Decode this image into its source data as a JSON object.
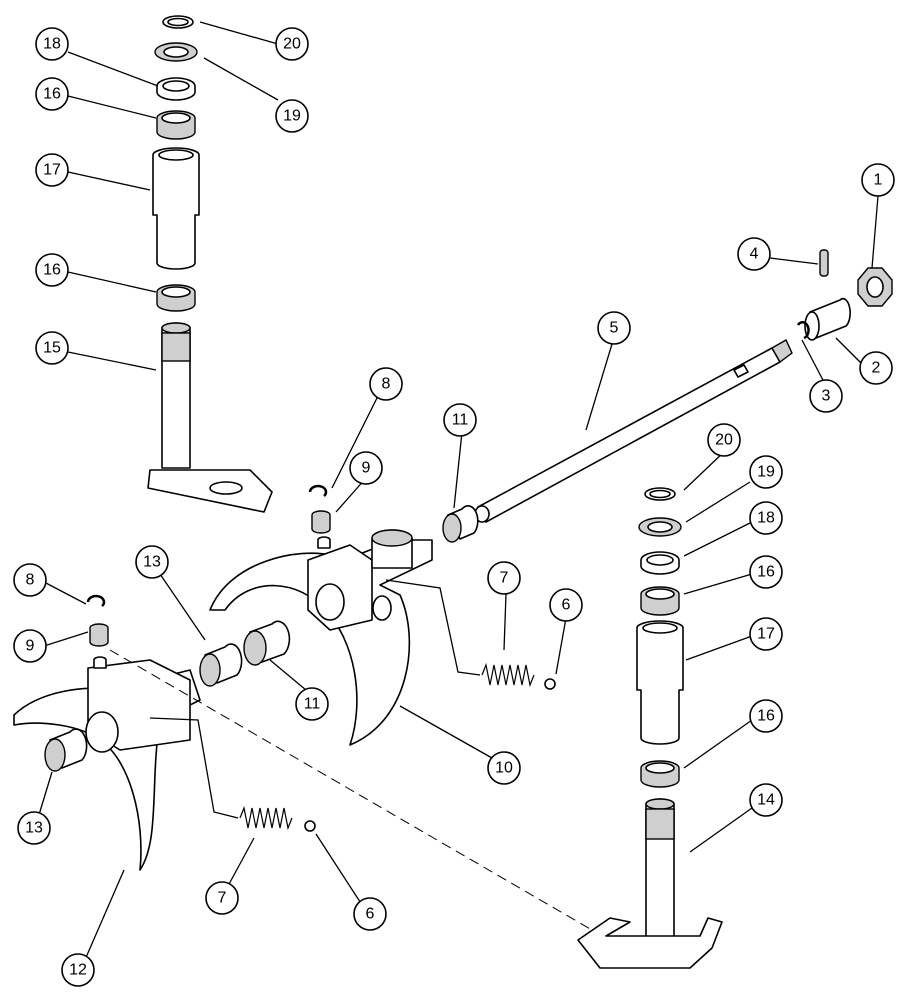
{
  "callouts": [
    {
      "id": "c1",
      "label": "1"
    },
    {
      "id": "c2",
      "label": "2"
    },
    {
      "id": "c3",
      "label": "3"
    },
    {
      "id": "c4",
      "label": "4"
    },
    {
      "id": "c5",
      "label": "5"
    },
    {
      "id": "c6a",
      "label": "6"
    },
    {
      "id": "c6b",
      "label": "6"
    },
    {
      "id": "c7a",
      "label": "7"
    },
    {
      "id": "c7b",
      "label": "7"
    },
    {
      "id": "c8a",
      "label": "8"
    },
    {
      "id": "c8b",
      "label": "8"
    },
    {
      "id": "c9a",
      "label": "9"
    },
    {
      "id": "c9b",
      "label": "9"
    },
    {
      "id": "c10",
      "label": "10"
    },
    {
      "id": "c11a",
      "label": "11"
    },
    {
      "id": "c11b",
      "label": "11"
    },
    {
      "id": "c12",
      "label": "12"
    },
    {
      "id": "c13a",
      "label": "13"
    },
    {
      "id": "c13b",
      "label": "13"
    },
    {
      "id": "c14",
      "label": "14"
    },
    {
      "id": "c15",
      "label": "15"
    },
    {
      "id": "c16a",
      "label": "16"
    },
    {
      "id": "c16b",
      "label": "16"
    },
    {
      "id": "c16c",
      "label": "16"
    },
    {
      "id": "c16d",
      "label": "16"
    },
    {
      "id": "c17a",
      "label": "17"
    },
    {
      "id": "c17b",
      "label": "17"
    },
    {
      "id": "c18a",
      "label": "18"
    },
    {
      "id": "c18b",
      "label": "18"
    },
    {
      "id": "c19a",
      "label": "19"
    },
    {
      "id": "c19b",
      "label": "19"
    },
    {
      "id": "c20a",
      "label": "20"
    },
    {
      "id": "c20b",
      "label": "20"
    }
  ]
}
